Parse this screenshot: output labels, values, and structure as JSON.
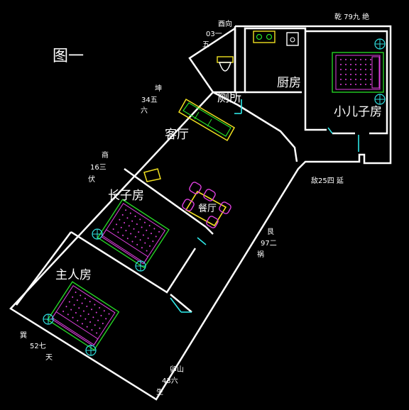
{
  "diagram": {
    "figure_label": "图一",
    "rooms": {
      "toilet": "厕所",
      "kitchen": "厨房",
      "small_son_room": "小儿子房",
      "living_room": "客厅",
      "dining_room": "餐厅",
      "eldest_son_room": "长子房",
      "master_room": "主人房"
    },
    "directions": {
      "xi_xiang": "酉向",
      "xi_deg": "03一",
      "xi_wu": "五",
      "kun": "坤",
      "kun_deg": "34五",
      "kun_liu": "六",
      "shang": "商",
      "shang_deg": "16三",
      "shang_fu": "伏",
      "qian": "乾 79九 绝",
      "zheng": "敌25四 延",
      "gen": "艮",
      "gen_deg": "97二",
      "gen_huo": "祸",
      "ao": "巽",
      "ao_deg": "52七",
      "ao_tian": "天",
      "mao": "卯山",
      "mao_deg": "43六",
      "mao_sheng": "生"
    },
    "colors": {
      "background": "#000000",
      "wall": "#ffffff",
      "door": "#2ee6e6",
      "furniture_green": "#27e027",
      "furniture_magenta": "#e040e0",
      "furniture_yellow": "#f0e020",
      "furniture_cyan": "#30e0e0"
    }
  }
}
